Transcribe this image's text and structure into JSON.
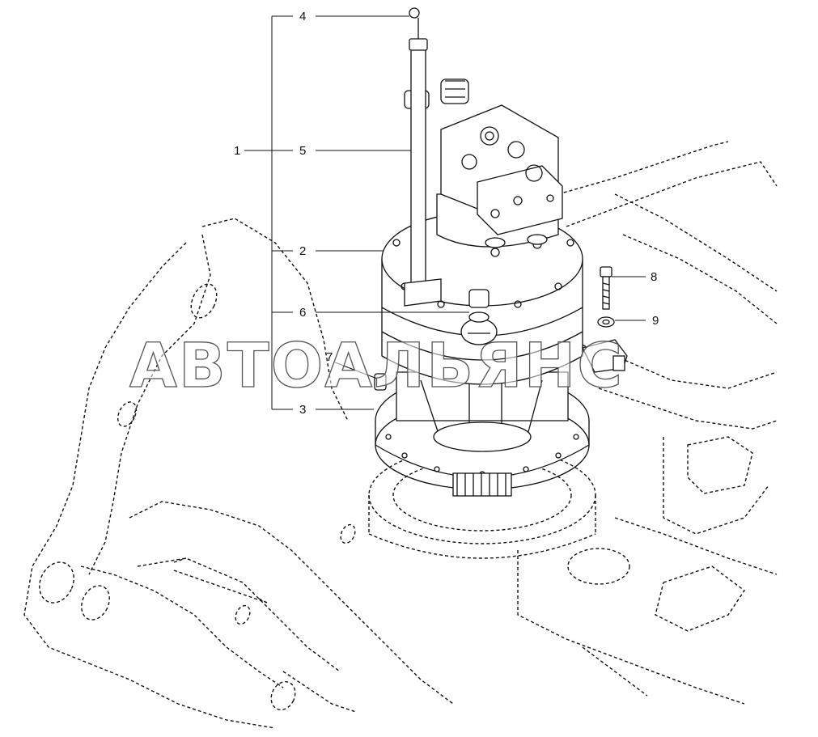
{
  "callouts": {
    "c1": "1",
    "c2": "2",
    "c3": "3",
    "c4": "4",
    "c5": "5",
    "c6": "6",
    "c7": "7",
    "c8": "8",
    "c9": "9"
  },
  "watermark": "АВТОАЛЬЯНС"
}
